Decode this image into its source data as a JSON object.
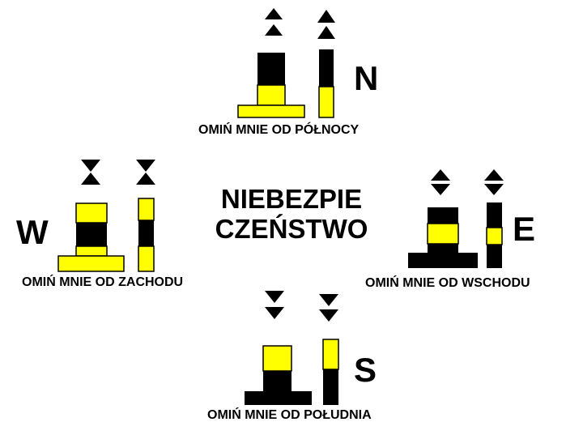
{
  "colors": {
    "yellow": "#ffff00",
    "black": "#000000",
    "background": "#ffffff"
  },
  "center_text": {
    "line1": "NIEBEZPIE",
    "line2": "CZEŃSTWO"
  },
  "north": {
    "direction": "N",
    "caption": "OMIŃ MNIE OD PÓŁNOCY",
    "topmark": "two cones pointing up"
  },
  "west": {
    "direction": "W",
    "caption": "OMIŃ MNIE OD ZACHODU",
    "topmark": "two cones point to point"
  },
  "east": {
    "direction": "E",
    "caption": "OMIŃ MNIE OD WSCHODU",
    "topmark": "two cones base to base"
  },
  "south": {
    "direction": "S",
    "caption": "OMIŃ MNIE OD POŁUDNIA",
    "topmark": "two cones pointing down"
  }
}
